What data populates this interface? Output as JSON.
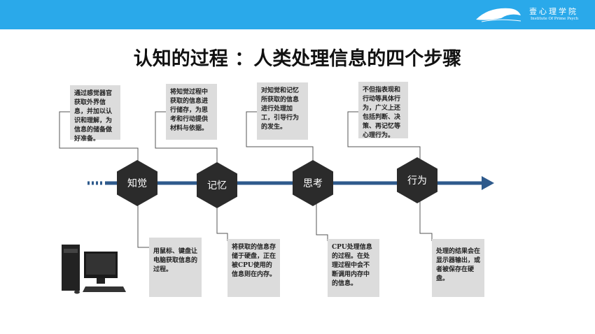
{
  "header": {
    "logo_cn": "壹心理学院",
    "logo_en": "Institute Of Prime Psych"
  },
  "title": "认知的过程 ：人类处理信息的四个步骤",
  "steps": [
    {
      "label": "知觉",
      "top": "通过感觉器官获取外界信息，并加以认识和理解，为信息的储备做好准备。",
      "bottom": "用鼠标、键盘让电脑获取信息的过程。"
    },
    {
      "label": "记忆",
      "top": "将知觉过程中获取的信息进行储存，为思考和行动提供材料与依据。",
      "bottom": "将获取的信息存储于硬盘，正在被CPU使用的信息则在内存。"
    },
    {
      "label": "思考",
      "top": "对知觉和记忆所获取的信息进行处理加工，引导行为的发生。",
      "bottom": "CPU处理信息的过程。在处理过程中会不断调用内存中的信息。"
    },
    {
      "label": "行为",
      "top": "不但指表现和行动等具体行为，广义上还包括判断、决策、再记忆等心理行为。",
      "bottom": "处理的结果会在显示器输出，或者被保存在硬盘。"
    }
  ],
  "colors": {
    "topbar": "#2aa9ea",
    "arrow": "#2e5a8c",
    "hex": "#2b2b2b",
    "box": "#dcdcdc"
  }
}
